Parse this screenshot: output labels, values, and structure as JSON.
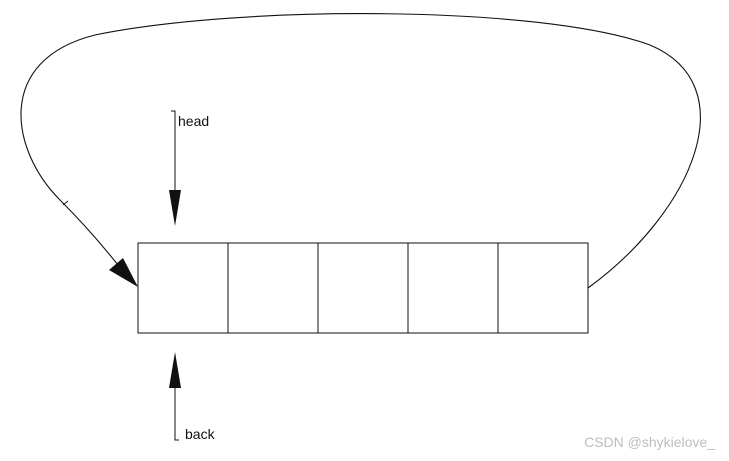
{
  "labels": {
    "head": "head",
    "back": "back"
  },
  "watermark": "CSDN @shykielove_",
  "buffer": {
    "cell_count": 5
  },
  "colors": {
    "line": "#111111",
    "watermark": "#bdbdbd",
    "background": "#ffffff"
  }
}
